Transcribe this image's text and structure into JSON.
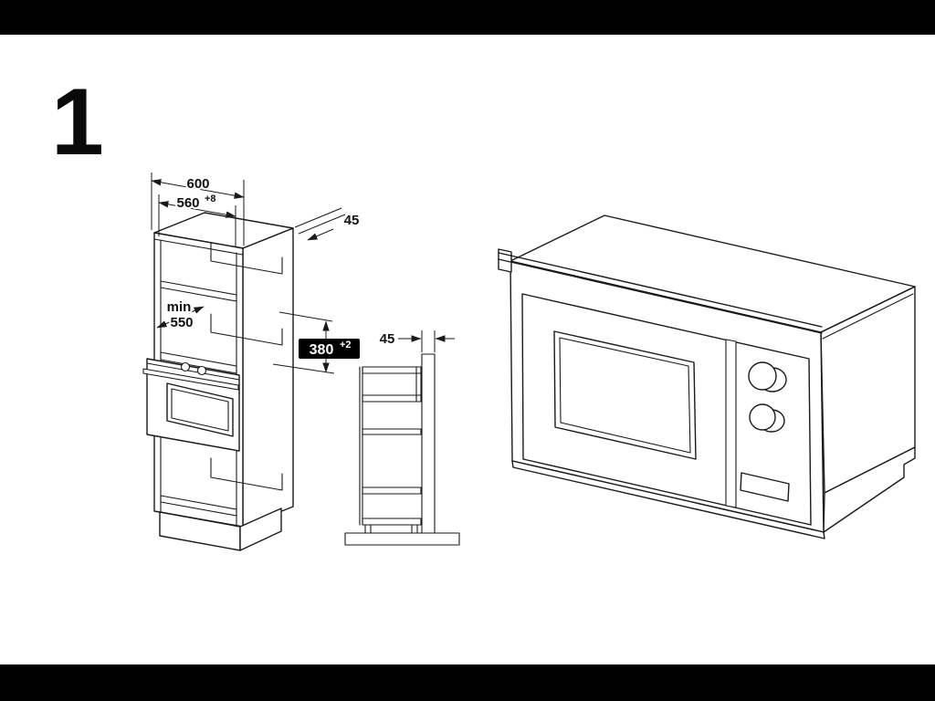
{
  "figure": {
    "number": "1"
  },
  "front_view": {
    "dim_outer_width": "600",
    "dim_inner_width": "560",
    "dim_inner_width_tolerance": "+8",
    "dim_top_strip": "45",
    "dim_depth_prefix": "min",
    "dim_depth_value": "550",
    "dim_niche_height": "380",
    "dim_niche_height_tolerance": "+2"
  },
  "side_view": {
    "dim_panel_thickness": "45"
  },
  "colors": {
    "letterbox": "#000000",
    "page_background": "#ffffff",
    "line": "#1a1a1a",
    "dimension_text": "#111111",
    "niche_dim_box_bg": "#000000",
    "niche_dim_box_text": "#ffffff",
    "door_gray": "#8e8e8e",
    "window_gray": "#c9c9c9",
    "window_frame_gray": "#b9b9b9",
    "body_side_gray": "#ececec",
    "side_panel_gray": "#d9d9d9",
    "shelf_edge_gray": "#8a8a8a",
    "section_shelf_dark": "#6e6e6e",
    "section_shelf_light": "#9a9a9a",
    "leg_dark": "#555555"
  }
}
